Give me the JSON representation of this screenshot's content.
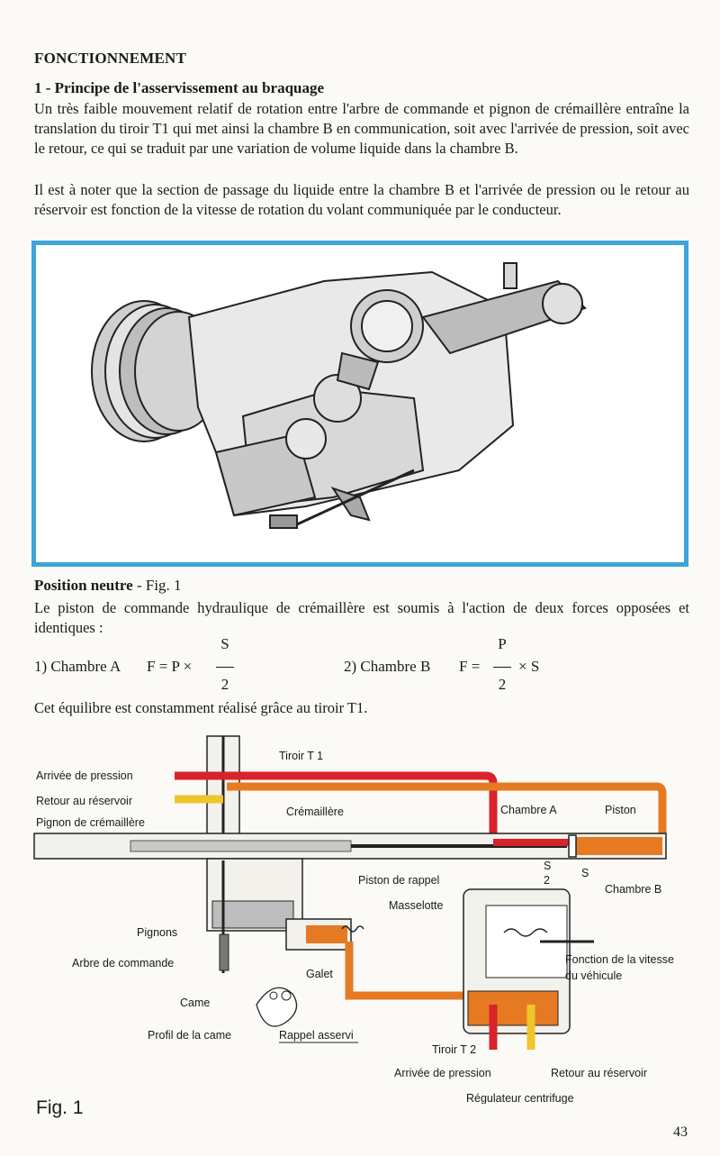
{
  "heading": "FONCTIONNEMENT",
  "section": {
    "title": "1 - Principe de l'asservissement au braquage",
    "para1": "Un très faible mouvement relatif de rotation entre l'arbre de commande et pignon de crémaillère entraîne la translation du tiroir T1 qui met ainsi la chambre B en communication, soit avec l'arrivée de pression, soit avec le retour, ce qui se traduit par une variation de volume liquide dans la chambre B.",
    "para2": "Il est à noter que la section de passage du liquide entre la chambre B et l'arrivée de pression ou le retour au réservoir est fonction de la vitesse de rotation du volant communiquée par le conducteur."
  },
  "neutral": {
    "title": "Position neutre",
    "fig_ref": " - Fig. 1",
    "text": "Le piston de commande hydraulique de crémaillère est soumis à l'action de deux forces opposées et identiques :",
    "formula1": {
      "label": "1) Chambre A",
      "expr": "F = P ×",
      "numerator": "S",
      "denominator": "2"
    },
    "formula2": {
      "label": "2) Chambre B",
      "expr": "F =",
      "numerator": "P",
      "denominator": "2",
      "suffix": "× S"
    },
    "conclusion": "Cet équilibre est constamment réalisé grâce au tiroir T1."
  },
  "diagram": {
    "labels": {
      "tiroir_t1": "Tiroir T 1",
      "arrivee_pression": "Arrivée de pression",
      "retour_reservoir": "Retour au réservoir",
      "cremaillere": "Crémaillère",
      "pignon_cremaillere": "Pignon de crémaillère",
      "chambre_a": "Chambre A",
      "piston": "Piston",
      "s_over_2_num": "S",
      "s_over_2_den": "2",
      "s": "S",
      "chambre_b": "Chambre B",
      "piston_rappel": "Piston de rappel",
      "masselotte": "Masselotte",
      "pignons": "Pignons",
      "arbre_commande": "Arbre de commande",
      "galet": "Galet",
      "fonction_vitesse_1": "Fonction de la vitesse",
      "fonction_vitesse_2": "du véhicule",
      "came": "Came",
      "profil_came": "Profil de la came",
      "rappel_asservi": "Rappel asservi",
      "tiroir_t2": "Tiroir T 2",
      "arrivee_pression_2": "Arrivée de pression",
      "retour_reservoir_2": "Retour au réservoir",
      "regulateur": "Régulateur centrifuge"
    },
    "colors": {
      "pressure": "#d8232a",
      "return": "#efc52a",
      "chamber": "#e67a22",
      "body": "#f2f1ec",
      "outline": "#222222"
    }
  },
  "fig_label": "Fig. 1",
  "page_number": "43"
}
